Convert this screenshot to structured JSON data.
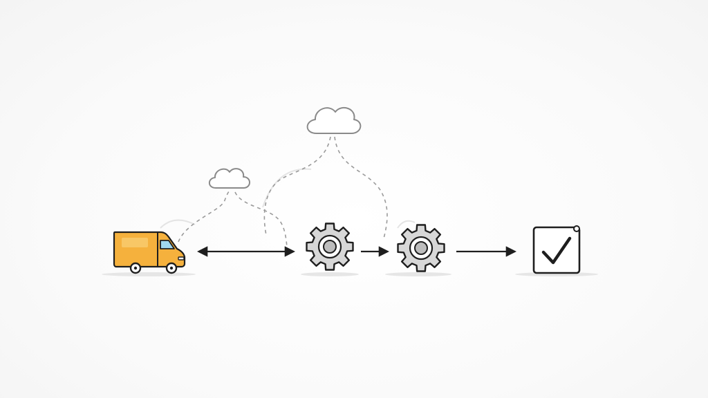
{
  "colors": {
    "background": "#fbfbfb",
    "van_body": "#f5b13d",
    "van_accent": "#f8c766",
    "van_window": "#9fd8f0",
    "outline": "#1e1e1e",
    "gear_fill": "#d7d7d7",
    "cloud_stroke": "#8a8a8a",
    "dashed_path": "#9a9a9a",
    "ground_shadow": "#e3e3e3"
  },
  "nodes": [
    {
      "id": "van",
      "icon": "delivery-van-icon"
    },
    {
      "id": "gear-1",
      "icon": "gear-icon"
    },
    {
      "id": "gear-2",
      "icon": "gear-icon"
    },
    {
      "id": "check",
      "icon": "checkbox-checked-icon"
    }
  ],
  "clouds": [
    {
      "id": "cloud-small",
      "icon": "cloud-icon"
    },
    {
      "id": "cloud-large",
      "icon": "cloud-icon"
    }
  ],
  "edges": [
    {
      "from": "van",
      "to": "gear-1",
      "style": "bidirectional-arrow"
    },
    {
      "from": "gear-1",
      "to": "gear-2",
      "style": "arrow"
    },
    {
      "from": "gear-2",
      "to": "check",
      "style": "arrow"
    },
    {
      "from": "van",
      "to": "cloud-small",
      "style": "dashed-curve"
    },
    {
      "from": "cloud-small",
      "to": "gear-1",
      "style": "dashed-curve"
    },
    {
      "from": "cloud-large",
      "to": "gear-1",
      "style": "dashed-curve"
    },
    {
      "from": "cloud-large",
      "to": "gear-2",
      "style": "dashed-curve"
    }
  ]
}
